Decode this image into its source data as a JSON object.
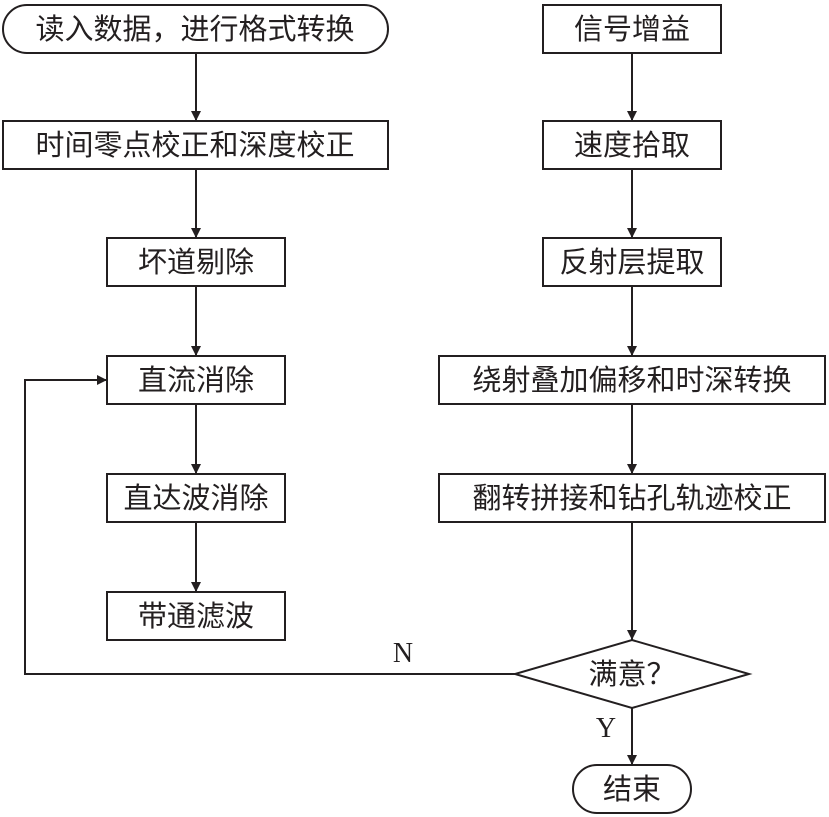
{
  "nodes": {
    "read_data": "读入数据，进行格式转换",
    "time_zero": "时间零点校正和深度校正",
    "bad_trace": "坏道剔除",
    "dc_removal": "直流消除",
    "direct_wave": "直达波消除",
    "bandpass": "带通滤波",
    "gain": "信号增益",
    "velocity": "速度拾取",
    "reflector": "反射层提取",
    "migration": "绕射叠加偏移和时深转换",
    "flip": "翻转拼接和钻孔轨迹校正",
    "satisfied": "满意？",
    "end": "结束"
  },
  "edge_labels": {
    "no": "N",
    "yes": "Y"
  }
}
